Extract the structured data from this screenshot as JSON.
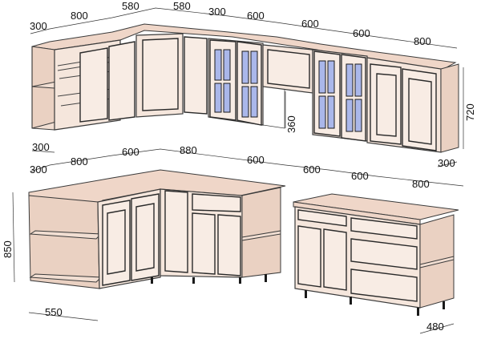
{
  "upper_row_dimensions": [
    "300",
    "800",
    "580",
    "580",
    "300",
    "600",
    "600",
    "600",
    "800"
  ],
  "upper_height": "720",
  "upper_small_height": "360",
  "upper_left_depth": "300",
  "upper_right_depth": "300",
  "lower_row_dimensions": [
    "300",
    "800",
    "600",
    "880",
    "600",
    "600",
    "600",
    "800"
  ],
  "lower_height": "850",
  "lower_depth": "550",
  "island_depth": "480"
}
